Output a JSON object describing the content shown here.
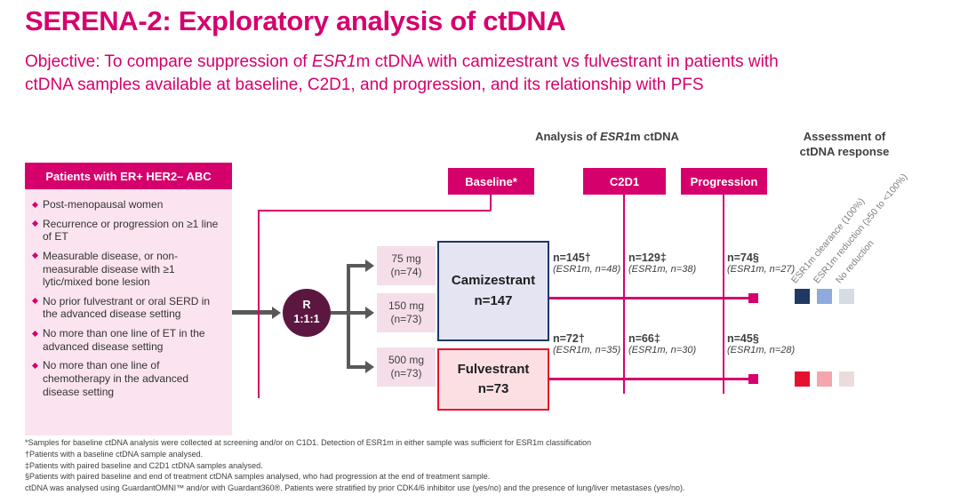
{
  "accent_color": "#D6006D",
  "title": "SERENA-2: Exploratory analysis of ctDNA",
  "objective": {
    "pre": "Objective: To compare suppression of ",
    "gene": "ESR1",
    "post": "m ctDNA with camizestrant vs fulvestrant in patients with ctDNA samples available at baseline, C2D1, and progression, and its relationship with PFS"
  },
  "analysis_header": {
    "pre": "Analysis of ",
    "gene": "ESR1",
    "post": "m ctDNA"
  },
  "assessment_header": "Assessment of\nctDNA response",
  "timepoints": {
    "baseline": "Baseline*",
    "c2d1": "C2D1",
    "progression": "Progression"
  },
  "patients_panel": {
    "header": "Patients with ER+ HER2– ABC",
    "bullets": [
      "Post-menopausal women",
      "Recurrence or progression on ≥1 line of ET",
      "Measurable disease, or non-measurable disease with ≥1 lytic/mixed bone lesion",
      "No prior fulvestrant or oral SERD in the advanced disease setting",
      "No more than one line of ET in the advanced disease setting",
      "No more than one line of chemotherapy in the advanced disease setting"
    ]
  },
  "randomization": {
    "r": "R",
    "ratio": "1:1:1"
  },
  "doses": [
    {
      "dose": "75 mg",
      "n": "(n=74)"
    },
    {
      "dose": "150 mg",
      "n": "(n=73)"
    },
    {
      "dose": "500 mg",
      "n": "(n=73)"
    }
  ],
  "arms": {
    "camizestrant": {
      "name": "Camizestrant",
      "n": "n=147",
      "border_color": "#1F3864",
      "fill_color": "#E4E4F2",
      "stats": [
        {
          "main": "n=145†",
          "sub": "(ESR1m, n=48)"
        },
        {
          "main": "n=129‡",
          "sub": "(ESR1m, n=38)"
        },
        {
          "main": "n=74§",
          "sub": "(ESR1m, n=27)"
        }
      ]
    },
    "fulvestrant": {
      "name": "Fulvestrant",
      "n": "n=73",
      "border_color": "#E8112D",
      "fill_color": "#FBDFE3",
      "stats": [
        {
          "main": "n=72†",
          "sub": "(ESR1m, n=35)"
        },
        {
          "main": "n=66‡",
          "sub": "(ESR1m, n=30)"
        },
        {
          "main": "n=45§",
          "sub": "(ESR1m, n=28)"
        }
      ]
    }
  },
  "legend": {
    "labels": [
      "ESR1m clearance (100%)",
      "ESR1m reduction (≥50 to <100%)",
      "No reduction"
    ],
    "camizestrant_colors": [
      "#1F3864",
      "#8FAADC",
      "#D6DCE5"
    ],
    "fulvestrant_colors": [
      "#E8112D",
      "#F4A6AC",
      "#EBDCDC"
    ]
  },
  "footnotes": [
    "*Samples for baseline ctDNA analysis were collected at screening and/or on C1D1. Detection of ESR1m in either sample was sufficient for ESR1m classification",
    "†Patients with a baseline ctDNA sample analysed.",
    "‡Patients with paired baseline and C2D1 ctDNA samples analysed.",
    "§Patients with paired baseline and end of treatment ctDNA samples analysed, who had progression at the end of treatment sample.",
    "ctDNA was analysed using GuardantOMNI™ and/or with Guardant360®. Patients were stratified by prior CDK4/6 inhibitor use (yes/no) and the presence of lung/liver metastases (yes/no)."
  ]
}
